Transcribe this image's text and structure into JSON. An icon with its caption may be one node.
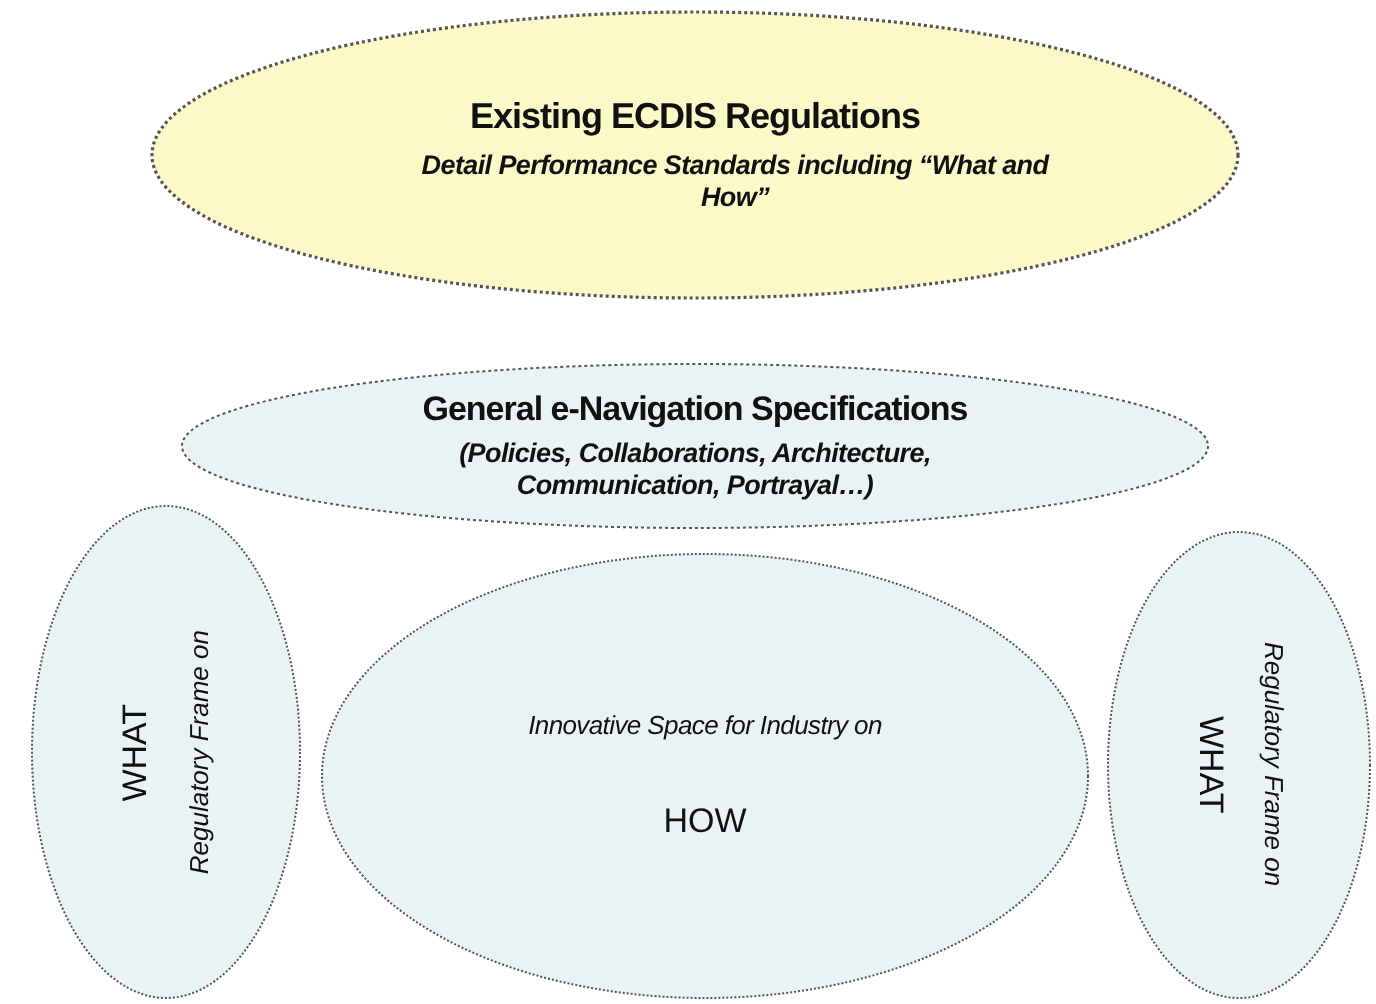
{
  "diagram": {
    "nodes": [
      {
        "text": [
          "Existing ECDIS Regulations",
          "Detail Performance Standards including “What and How”"
        ]
      },
      {
        "text": [
          "General e-Navigation Specifications",
          "(Policies, Collaborations, Architecture, Communication, Portrayal…)"
        ]
      },
      {
        "text": [
          "Regulatory Frame on",
          "WHAT"
        ]
      },
      {
        "text": [
          "Innovative Space for Industry on",
          "HOW"
        ]
      },
      {
        "text": [
          "Regulatory Frame on",
          "WHAT"
        ]
      }
    ]
  }
}
